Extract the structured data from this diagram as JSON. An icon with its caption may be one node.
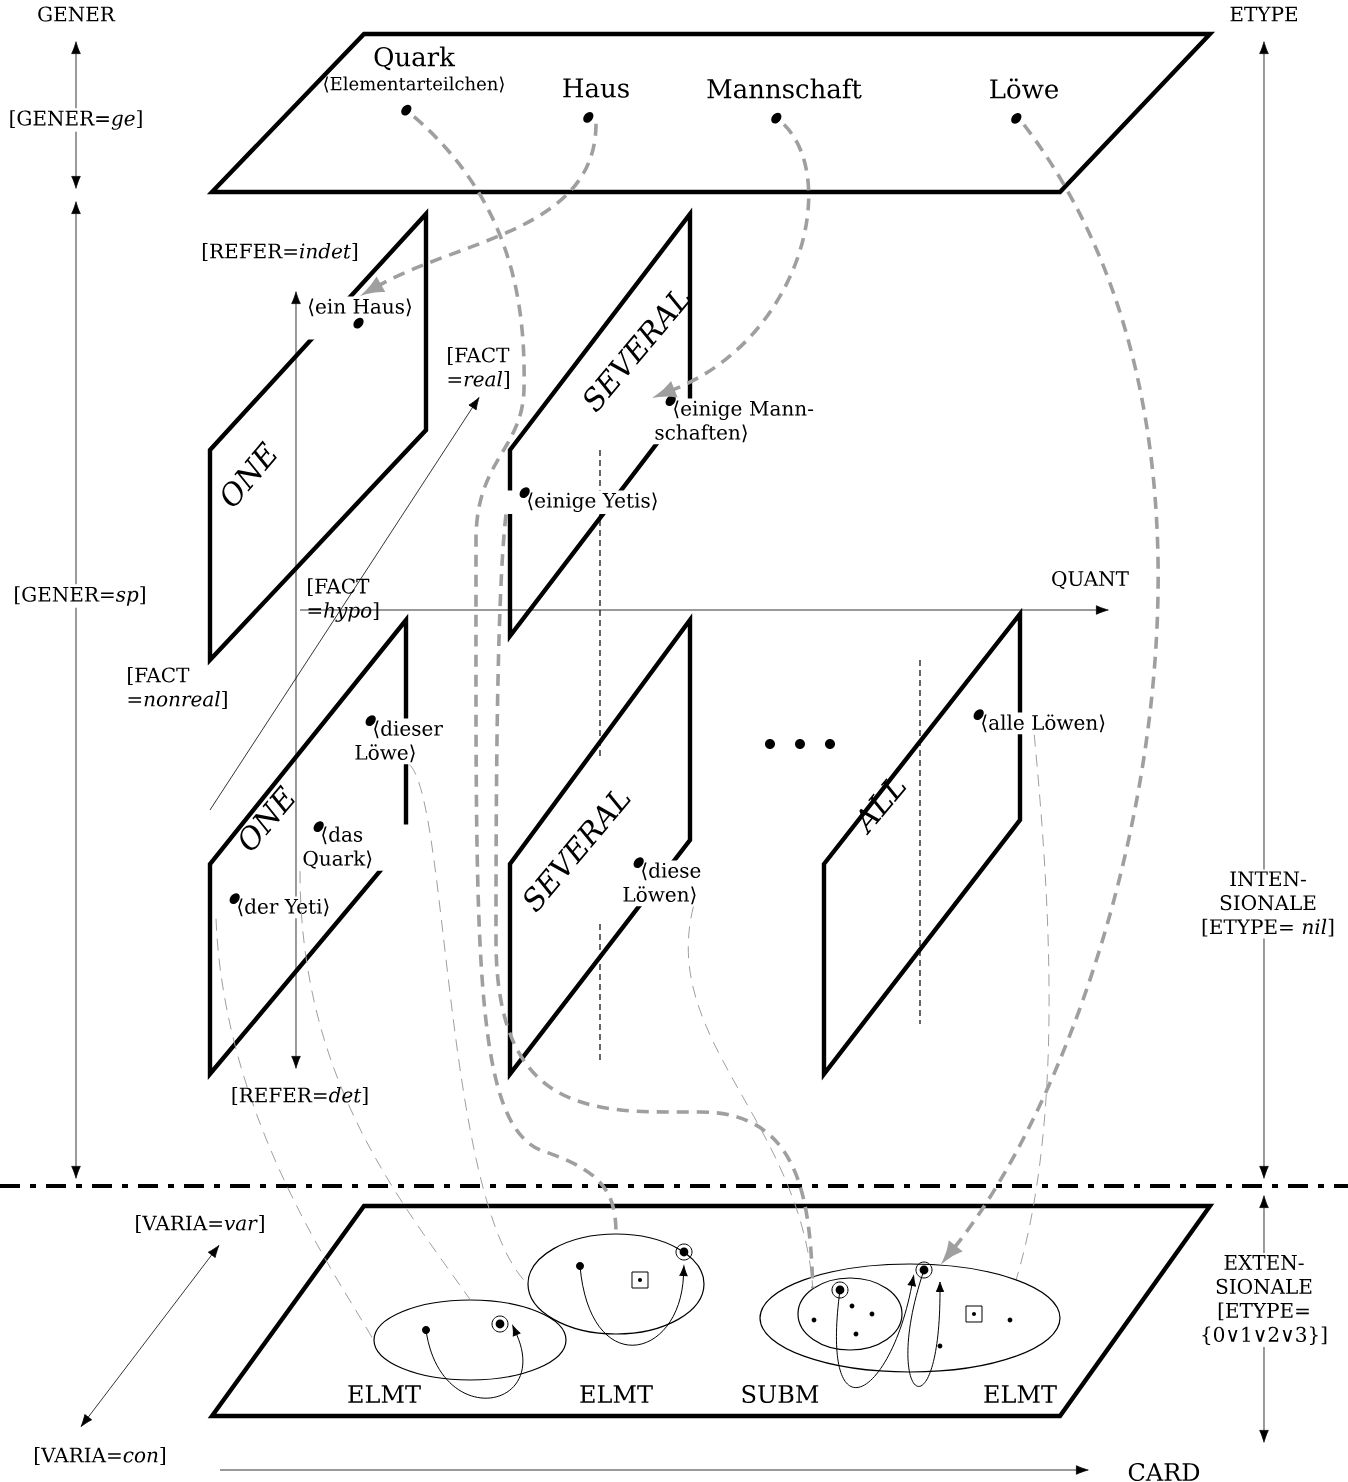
{
  "diagram": {
    "nodes": [
      {
        "text": [],
        "shape": "parallelogram"
      },
      {
        "text": [
          "Quark",
          "⟨Elementarteilchen⟩"
        ],
        "in": 0
      },
      {
        "text": [
          "Haus"
        ],
        "in": 0
      },
      {
        "text": [
          "Mannschaft"
        ],
        "in": 0
      },
      {
        "text": [
          "Löwe"
        ],
        "in": 0
      },
      {
        "text": [
          "ONE"
        ]
      },
      {
        "text": [
          "⟨ein Haus⟩"
        ],
        "in": 5
      },
      {
        "text": [
          "SEVERAL"
        ]
      },
      {
        "text": [
          "⟨einige Mann- schaften⟩"
        ]
      },
      {
        "text": [
          "⟨einige Yetis⟩"
        ],
        "in": 7
      },
      {
        "text": [
          "ONE"
        ]
      },
      {
        "text": [
          "⟨dieser Löwe⟩"
        ]
      },
      {
        "text": [
          "⟨das Quark⟩"
        ],
        "in": 10
      },
      {
        "text": [
          "⟨der Yeti⟩"
        ],
        "in": 10
      },
      {
        "text": [
          "SEVERAL"
        ]
      },
      {
        "text": [
          "⟨diese Löwen⟩"
        ]
      },
      {
        "text": [
          "ALL"
        ]
      },
      {
        "text": [
          "⟨alle Löwen⟩"
        ]
      },
      {
        "text": [],
        "shape": "parallelogram"
      },
      {
        "text": [],
        "shape": "ellipse",
        "in": 18
      },
      {
        "text": [],
        "shape": "ellipse",
        "in": 18
      },
      {
        "text": [],
        "shape": "ellipse",
        "in": 18
      },
      {
        "text": [],
        "shape": "ellipse",
        "in": 21
      }
    ],
    "edges": [
      {
        "from": 2,
        "to": 6,
        "arrow": "to",
        "style": "dashed"
      },
      {
        "from": 3,
        "to": 8,
        "arrow": "to",
        "style": "dashed"
      },
      {
        "from": 4,
        "to": 21,
        "arrow": "to",
        "style": "dashed"
      },
      {
        "from": 1,
        "to": 20,
        "arrow": "none",
        "style": "dashed"
      },
      {
        "from": 9,
        "to": 22,
        "arrow": "none",
        "style": "dashed"
      },
      {
        "from": 13,
        "to": 19,
        "arrow": "none",
        "style": "dashed"
      },
      {
        "from": 12,
        "to": 19,
        "arrow": "none",
        "style": "dashed"
      },
      {
        "from": 11,
        "to": 20,
        "arrow": "none",
        "style": "dashed"
      },
      {
        "from": 15,
        "to": 22,
        "arrow": "none",
        "style": "dashed"
      },
      {
        "from": 17,
        "to": 21,
        "arrow": "none",
        "style": "dashed"
      }
    ],
    "labels": [
      "GENER",
      "ETYPE",
      "[GENER=*ge*]",
      "[REFER=*indet*]",
      "[FACT =*real*]",
      "[GENER=*sp*]",
      "[FACT =*hypo*]",
      "QUANT",
      "[FACT =*nonreal*]",
      "[REFER=*det*]",
      "INTEN- SIONALE [ETYPE= *nil*]",
      "EXTEN- SIONALE [ETYPE= {0∨1∨2∨3}]",
      "[VARIA=*var*]",
      "ELMT",
      "ELMT",
      "SUBM",
      "ELMT",
      "[VARIA=*con*]",
      "CARD"
    ]
  }
}
